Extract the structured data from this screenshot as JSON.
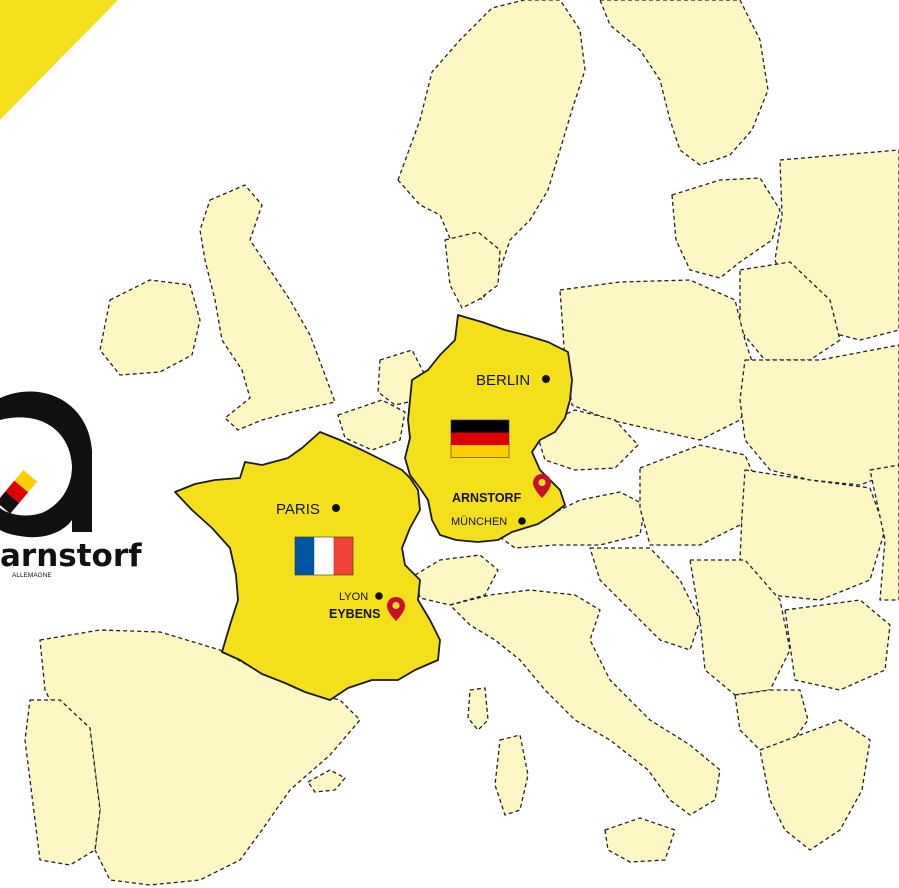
{
  "colors": {
    "highlight": "#f4e01a",
    "land": "#fdf7c4",
    "border": "#222222",
    "pin": "#c8102e",
    "corner": "#f4e01a",
    "logo": "#111111"
  },
  "highlighted_countries": [
    "france",
    "germany"
  ],
  "cities": {
    "berlin": "BERLIN",
    "paris": "PARIS",
    "munich": "MÜNCHEN",
    "lyon": "LYON"
  },
  "sites": {
    "arnstorf": "ARNSTORF",
    "eybens": "EYBENS"
  },
  "flags": {
    "germany": "flag-germany-icon",
    "france": "flag-france-icon"
  },
  "pin_icon": "map-pin-icon",
  "logo": {
    "name": "arnstorf",
    "subtitle": "ALLEMAGNE"
  }
}
